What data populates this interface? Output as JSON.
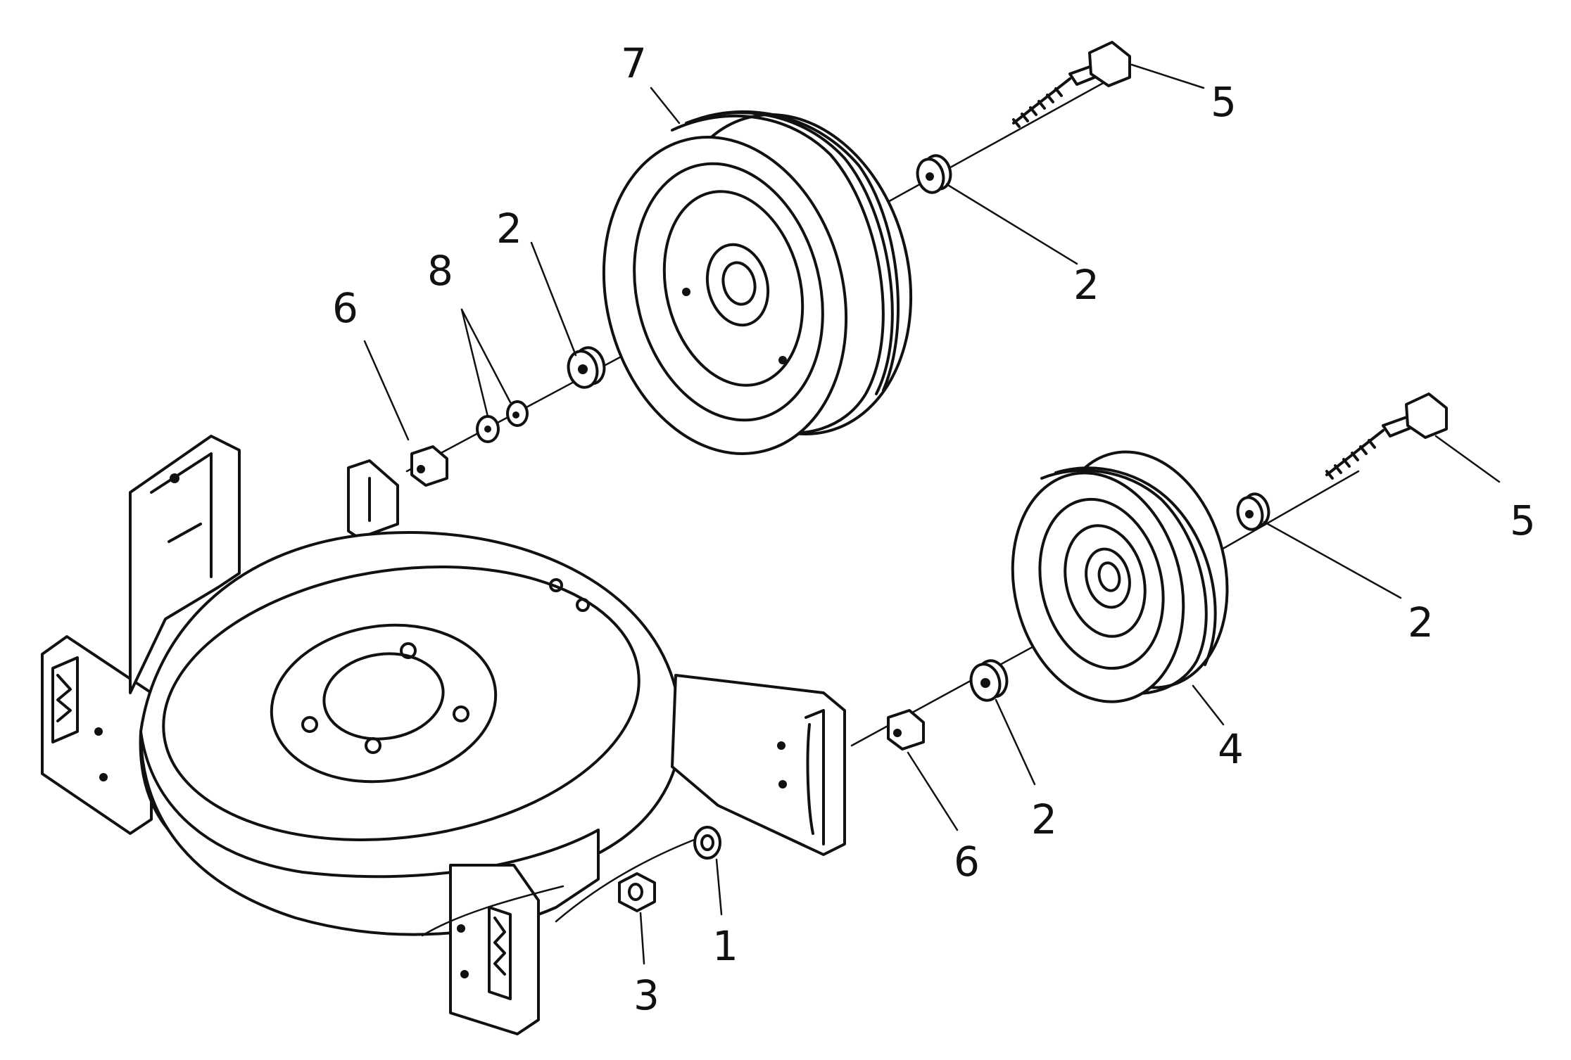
{
  "callouts": [
    {
      "id": "label-7-top",
      "text": "7"
    },
    {
      "id": "label-5-top",
      "text": "5"
    },
    {
      "id": "label-2-top-right",
      "text": "2"
    },
    {
      "id": "label-2-top-left",
      "text": "2"
    },
    {
      "id": "label-8",
      "text": "8"
    },
    {
      "id": "label-6-top",
      "text": "6"
    },
    {
      "id": "label-5-right",
      "text": "5"
    },
    {
      "id": "label-2-right",
      "text": "2"
    },
    {
      "id": "label-4",
      "text": "4"
    },
    {
      "id": "label-2-bottom",
      "text": "2"
    },
    {
      "id": "label-6-bottom",
      "text": "6"
    },
    {
      "id": "label-1",
      "text": "1"
    },
    {
      "id": "label-3",
      "text": "3"
    }
  ],
  "colors": {
    "ink": "#111111",
    "paper": "#ffffff"
  }
}
